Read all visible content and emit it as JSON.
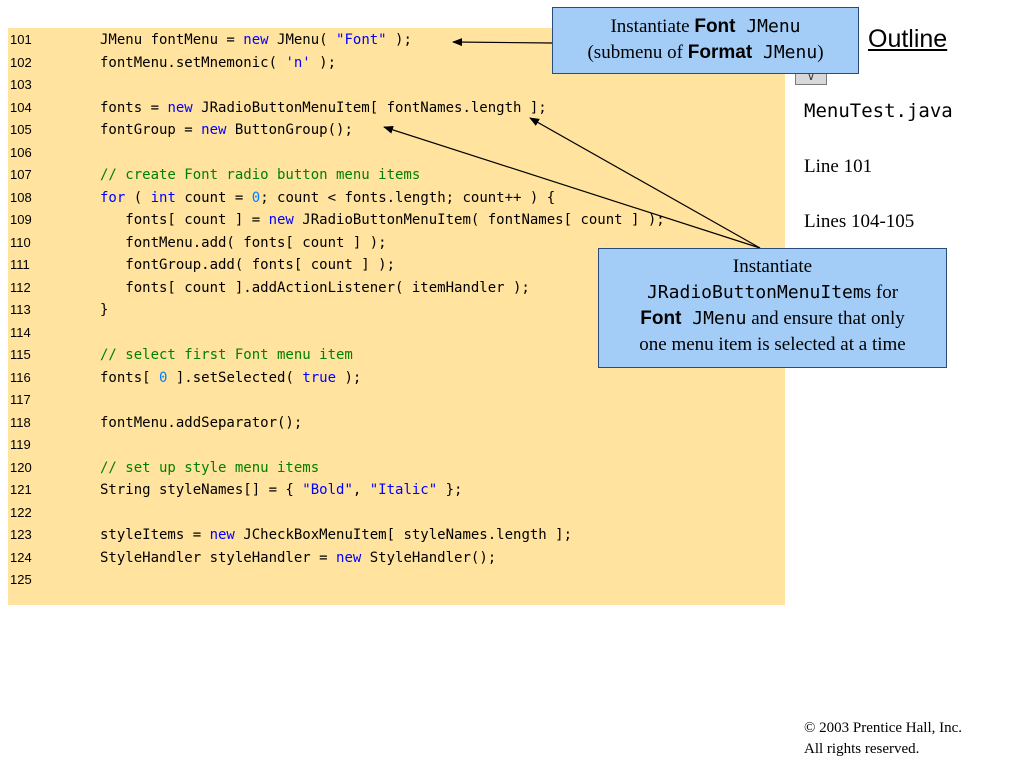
{
  "outline": {
    "title": "Outline",
    "scroll_arrow": "∨"
  },
  "sidebar": {
    "file_name": "MenuTest.java",
    "refs": [
      "Line 101",
      "Lines 104-105"
    ]
  },
  "callouts": {
    "font_menu": {
      "t1": "Instantiate ",
      "t2": "Font",
      "t3": " JMenu",
      "t4": "(submenu of ",
      "t5": "Format",
      "t6": " JMenu",
      "t7": ")"
    },
    "radio": {
      "t1": "Instantiate",
      "t2": "JRadioButtonMenuItem",
      "t3": "s for",
      "t4": "Font",
      "t5": " JMenu",
      "t6": " and ensure that only",
      "t7": "one menu item is selected at a time"
    }
  },
  "code_lines": [
    {
      "n": "101",
      "tokens": [
        [
          "JMenu fontMenu = ",
          ""
        ],
        [
          "new",
          "kw"
        ],
        [
          " JMenu( ",
          ""
        ],
        [
          "\"Font\"",
          "str"
        ],
        [
          " );",
          ""
        ]
      ]
    },
    {
      "n": "102",
      "tokens": [
        [
          "fontMenu.setMnemonic( ",
          ""
        ],
        [
          "'n'",
          "str"
        ],
        [
          " );",
          ""
        ]
      ]
    },
    {
      "n": "103",
      "tokens": []
    },
    {
      "n": "104",
      "tokens": [
        [
          "fonts = ",
          ""
        ],
        [
          "new",
          "kw"
        ],
        [
          " JRadioButtonMenuItem[ fontNames.length ];",
          ""
        ]
      ]
    },
    {
      "n": "105",
      "tokens": [
        [
          "fontGroup = ",
          ""
        ],
        [
          "new",
          "kw"
        ],
        [
          " ButtonGroup();",
          ""
        ]
      ]
    },
    {
      "n": "106",
      "tokens": []
    },
    {
      "n": "107",
      "tokens": [
        [
          "// create Font radio button menu items",
          "cm"
        ]
      ]
    },
    {
      "n": "108",
      "tokens": [
        [
          "for",
          "kw"
        ],
        [
          " ( ",
          ""
        ],
        [
          "int",
          "kw"
        ],
        [
          " count = ",
          ""
        ],
        [
          "0",
          "num"
        ],
        [
          "; count < fonts.length; count++ ) {",
          ""
        ]
      ]
    },
    {
      "n": "109",
      "tokens": [
        [
          "   fonts[ count ] = ",
          ""
        ],
        [
          "new",
          "kw"
        ],
        [
          " JRadioButtonMenuItem( fontNames[ count ] );",
          ""
        ]
      ]
    },
    {
      "n": "110",
      "tokens": [
        [
          "   fontMenu.add( fonts[ count ] );",
          ""
        ]
      ]
    },
    {
      "n": "111",
      "tokens": [
        [
          "   fontGroup.add( fonts[ count ] );",
          ""
        ]
      ]
    },
    {
      "n": "112",
      "tokens": [
        [
          "   fonts[ count ].addActionListener( itemHandler );",
          ""
        ]
      ]
    },
    {
      "n": "113",
      "tokens": [
        [
          "}",
          ""
        ]
      ]
    },
    {
      "n": "114",
      "tokens": []
    },
    {
      "n": "115",
      "tokens": [
        [
          "// select first Font menu item",
          "cm"
        ]
      ]
    },
    {
      "n": "116",
      "tokens": [
        [
          "fonts[ ",
          ""
        ],
        [
          "0",
          "num"
        ],
        [
          " ].setSelected( ",
          ""
        ],
        [
          "true",
          "kw"
        ],
        [
          " );",
          ""
        ]
      ]
    },
    {
      "n": "117",
      "tokens": []
    },
    {
      "n": "118",
      "tokens": [
        [
          "fontMenu.addSeparator();",
          ""
        ]
      ]
    },
    {
      "n": "119",
      "tokens": []
    },
    {
      "n": "120",
      "tokens": [
        [
          "// set up style menu items",
          "cm"
        ]
      ]
    },
    {
      "n": "121",
      "tokens": [
        [
          "String styleNames[] = { ",
          ""
        ],
        [
          "\"Bold\"",
          "str"
        ],
        [
          ", ",
          ""
        ],
        [
          "\"Italic\"",
          "str"
        ],
        [
          " };",
          ""
        ]
      ]
    },
    {
      "n": "122",
      "tokens": []
    },
    {
      "n": "123",
      "tokens": [
        [
          "styleItems = ",
          ""
        ],
        [
          "new",
          "kw"
        ],
        [
          " JCheckBoxMenuItem[ styleNames.length ];",
          ""
        ]
      ]
    },
    {
      "n": "124",
      "tokens": [
        [
          "StyleHandler styleHandler = ",
          ""
        ],
        [
          "new",
          "kw"
        ],
        [
          " StyleHandler();",
          ""
        ]
      ]
    },
    {
      "n": "125",
      "tokens": []
    }
  ],
  "copyright": {
    "symbol": "©",
    "line1": " 2003 Prentice Hall, Inc.",
    "line2": "All rights reserved."
  }
}
